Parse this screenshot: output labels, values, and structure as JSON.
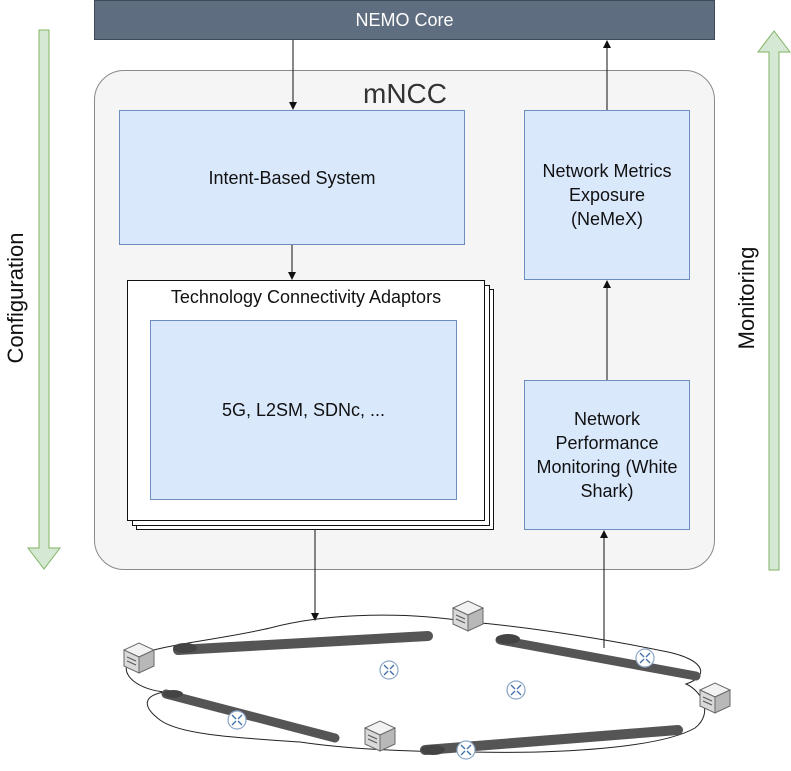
{
  "header": {
    "core_label": "NEMO Core"
  },
  "mncc": {
    "title": "mNCC",
    "intent_label": "Intent-Based System",
    "tca_title": "Technology Connectivity Adaptors",
    "tca_inner_label": "5G, L2SM, SDNc, ...",
    "nemex_label": "Network Metrics Exposure (NeMeX)",
    "monitoring_label": "Network Performance Monitoring (White Shark)"
  },
  "side": {
    "left_label": "Configuration",
    "right_label": "Monitoring"
  },
  "colors": {
    "core_fill": "#5f6d80",
    "box_fill": "#dae8fc",
    "box_border": "#6c8ebf",
    "arrow_green_fill": "#d5e8d4",
    "arrow_green_border": "#82b366"
  },
  "icons": {
    "server": "server-icon",
    "router": "router-icon"
  }
}
